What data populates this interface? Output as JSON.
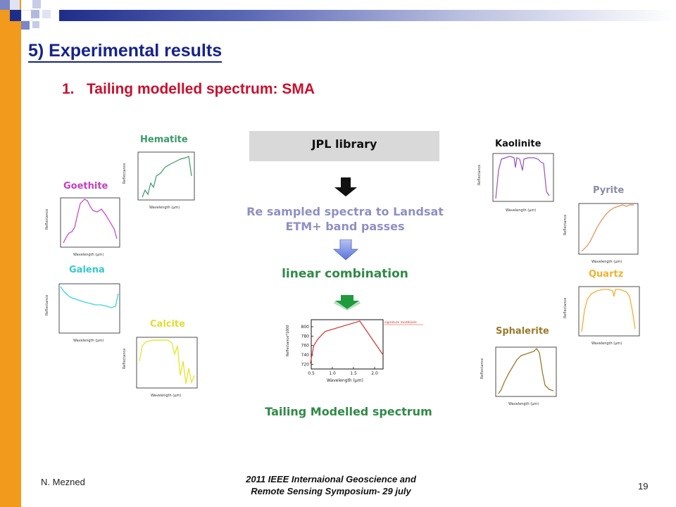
{
  "slide": {
    "title": "5) Experimental  results",
    "subtitle_number": "1.",
    "subtitle": "Tailing modelled spectrum: SMA"
  },
  "minerals": {
    "hematite": "Hematite",
    "goethite": "Goethite",
    "galena": "Galena",
    "calcite": "Calcite",
    "kaolinite": "Kaolinite",
    "pyrite": "Pyrite",
    "quartz": "Quartz",
    "sphalerite": "Sphalerite"
  },
  "flow": {
    "library": "JPL library",
    "resample_line1": "Re sampled spectra to Landsat",
    "resample_line2": "ETM+ band passes",
    "combination": "linear combination",
    "result": "Tailing Modelled spectrum"
  },
  "plot_labels": {
    "reflectance": "Reflectance",
    "wavelength": "Wavelength (µm)",
    "result_ylabel": "Reflectance*1000",
    "result_legend": "signature modélisée"
  },
  "chart_data": {
    "type": "line",
    "series": [
      {
        "name": "signature modélisée",
        "x": [
          0.48,
          0.56,
          0.66,
          0.83,
          1.65,
          2.2
        ],
        "y": [
          722,
          760,
          774,
          790,
          812,
          740
        ]
      }
    ],
    "x_ticks": [
      "0.5",
      "1.0",
      "1.5",
      "2.0"
    ],
    "y_ticks": [
      "720",
      "740",
      "760",
      "780",
      "800"
    ],
    "xlim": [
      0.5,
      2.2
    ],
    "ylim": [
      710,
      815
    ],
    "xlabel": "Wavelength (µm)",
    "ylabel": "Reflectance*1000"
  },
  "footer": {
    "author": "N. Mezned",
    "conference_line1": "2011 IEEE Internaional Geoscience and",
    "conference_line2": "Remote Sensing Symposium- 29 july",
    "page_number": "19"
  },
  "colors": {
    "orange_bar": "#f29a1b",
    "navy": "#16238c",
    "red_title": "#c8102e",
    "hematite": "#3a9a6a",
    "goethite": "#c23fc2",
    "galena": "#37d6dc",
    "calcite": "#e6e63c",
    "kaolinite": "#9a4fc2",
    "pyrite": "#e88a4e",
    "quartz": "#f2b030",
    "sphalerite": "#9a7a2a",
    "resample_text": "#8f8fc4",
    "green_text": "#2f8a46",
    "model_line": "#d7322f"
  }
}
